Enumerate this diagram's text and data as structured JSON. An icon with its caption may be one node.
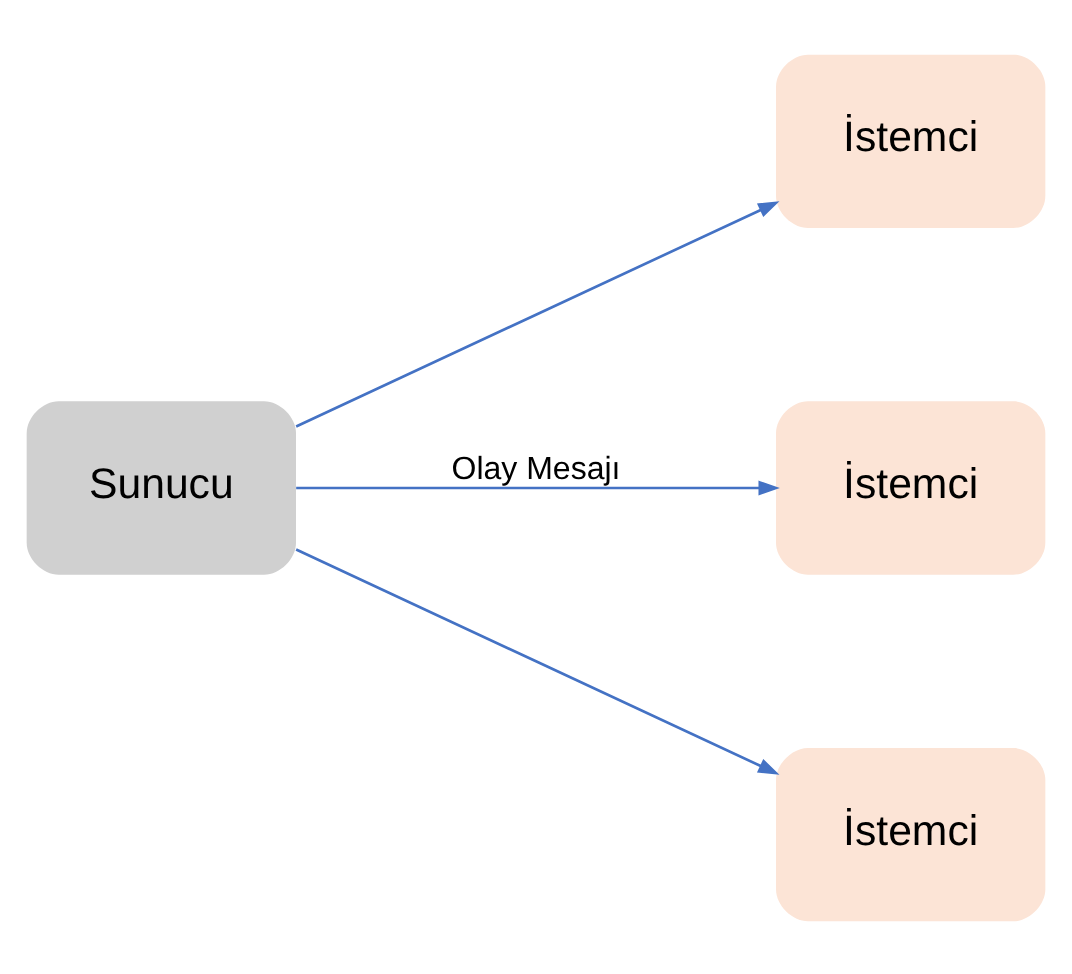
{
  "diagram": {
    "nodes": [
      {
        "text": [
          "Sunucu"
        ]
      },
      {
        "text": [
          "İstemci"
        ]
      },
      {
        "text": [
          "İstemci"
        ]
      },
      {
        "text": [
          "İstemci"
        ]
      }
    ],
    "edges": [
      {
        "from": 0,
        "to": 1,
        "arrow": "to"
      },
      {
        "from": 0,
        "to": 2,
        "arrow": "to",
        "label": "Olay Mesajı"
      },
      {
        "from": 0,
        "to": 3,
        "arrow": "to"
      }
    ]
  }
}
